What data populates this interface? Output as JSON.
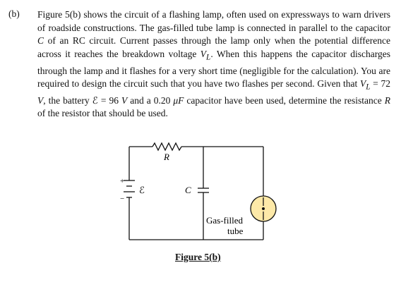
{
  "question": {
    "label": "(b)",
    "text_part1": "Figure 5(b) shows the circuit of a flashing lamp, often used on expressways to warn drivers of roadside constructions.  The gas-filled tube lamp is connected in parallel to the capacitor ",
    "C": "C",
    "text_part2": " of an RC circuit.  Current passes through the lamp only when the potential difference across it reaches the breakdown voltage ",
    "VL": "V",
    "VL_sub": "L",
    "text_part3": ".  When this happens the capacitor discharges through the lamp and it flashes for a very short time (negligible for the calculation).  You are required to design the circuit such that you have two flashes per second.  Given that ",
    "given_VL": "V",
    "given_VL_sub": "L",
    "given_eq1": " = 72 ",
    "unit_V1": "V",
    "text_part4": ", the battery ",
    "emf": "ℰ",
    "given_eq2": " = 96 ",
    "unit_V2": "V",
    "text_part5": " and a 0.20 ",
    "unit_uF": "μF",
    "text_part6": " capacitor have been used, determine the resistance ",
    "R": "R",
    "text_part7": " of the resistor that should be used."
  },
  "figure": {
    "resistor_label": "R",
    "battery_label": "ℰ",
    "battery_plus": "+",
    "battery_minus": "−",
    "capacitor_label": "C",
    "lamp_label_line1": "Gas-filled",
    "lamp_label_line2": "tube",
    "caption": "Figure 5(b)"
  }
}
